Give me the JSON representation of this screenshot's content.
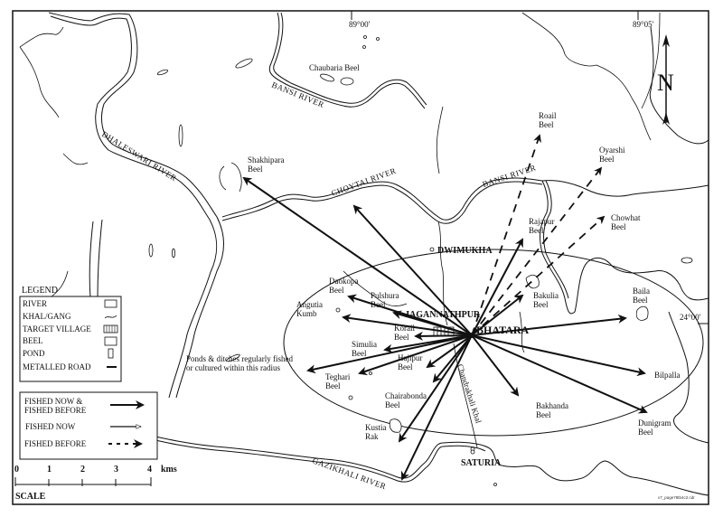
{
  "map": {
    "coords": {
      "lon1": "89°00'",
      "lon2": "89°05'",
      "lat1": "24°00'"
    },
    "north": "N",
    "file_ref": "v7_page78tb4c2.cdr",
    "rivers": {
      "dhaleswari": "DHALESWARI RIVER",
      "bansi_top": "BANSI RIVER",
      "bansi_right": "BANSI RIVER",
      "choytai": "CHOYTAI RIVER",
      "gazikhali": "GAZIKHALI RIVER",
      "chandrakhali": "Chandrakhali Khal"
    },
    "villages": {
      "target": "BHATARA",
      "jagannathpur": "JAGANNATHPUR",
      "dwimukha": "DWIMUKHA",
      "saturia": "SATURIA"
    },
    "radius_note": [
      "Ponds & ditches regularly fished",
      "or cultured within this radius"
    ],
    "beels": [
      {
        "name": [
          "Chaubaria Beel"
        ]
      },
      {
        "name": [
          "Shakhipara",
          "Beel"
        ]
      },
      {
        "name": [
          "Roail",
          "Beel"
        ]
      },
      {
        "name": [
          "Oyarshi",
          "Beel"
        ]
      },
      {
        "name": [
          "Chowhat",
          "Beel"
        ]
      },
      {
        "name": [
          "Rajapur",
          "Beel"
        ]
      },
      {
        "name": [
          "Bakulia",
          "Beel"
        ]
      },
      {
        "name": [
          "Baila",
          "Beel"
        ]
      },
      {
        "name": [
          "Bilpalla"
        ]
      },
      {
        "name": [
          "Dunigram",
          "Beel"
        ]
      },
      {
        "name": [
          "Bakhanda",
          "Beel"
        ]
      },
      {
        "name": [
          "Chairabonda",
          "Beel"
        ]
      },
      {
        "name": [
          "Kustia",
          "Rak"
        ]
      },
      {
        "name": [
          "Hajipur",
          "Beel"
        ]
      },
      {
        "name": [
          "Teghari",
          "Beel"
        ]
      },
      {
        "name": [
          "Simulia",
          "Beel"
        ]
      },
      {
        "name": [
          "Korail",
          "Beel"
        ]
      },
      {
        "name": [
          "Pulshura",
          "Beel"
        ]
      },
      {
        "name": [
          "Daokopa",
          "Beel"
        ]
      },
      {
        "name": [
          "Angutia",
          "Kumb"
        ]
      }
    ],
    "fishing_links": {
      "now_and_before": [
        "Shakhipara",
        "Choytai",
        "Rajapur",
        "Bakulia",
        "Baila",
        "Bilpalla",
        "Dunigram",
        "Bakhanda",
        "Chairabonda",
        "Kustia",
        "Gazikhali",
        "Hajipur",
        "Teghari",
        "Simulia",
        "Korail",
        "Pulshura",
        "Daokopa",
        "Angutia",
        "Radius"
      ],
      "before": [
        "Roail",
        "Oyarshi",
        "Chowhat"
      ]
    }
  },
  "legend": {
    "title": "LEGEND",
    "items": [
      {
        "label": "RIVER",
        "icon": "river-symbol"
      },
      {
        "label": "KHAL/GANG",
        "icon": "khal-symbol"
      },
      {
        "label": "TARGET VILLAGE",
        "icon": "village-symbol"
      },
      {
        "label": "BEEL",
        "icon": "beel-symbol"
      },
      {
        "label": "POND",
        "icon": "pond-symbol"
      },
      {
        "label": "METALLED ROAD",
        "icon": "road-symbol"
      }
    ],
    "arrows": [
      {
        "label": [
          "FISHED NOW &",
          "FISHED BEFORE"
        ],
        "style": "solid-filled"
      },
      {
        "label": [
          "FISHED NOW"
        ],
        "style": "solid-open"
      },
      {
        "label": [
          "FISHED BEFORE"
        ],
        "style": "dashed"
      }
    ]
  },
  "scale": {
    "ticks": [
      "0",
      "1",
      "2",
      "3",
      "4"
    ],
    "unit": "kms",
    "title": "SCALE"
  }
}
